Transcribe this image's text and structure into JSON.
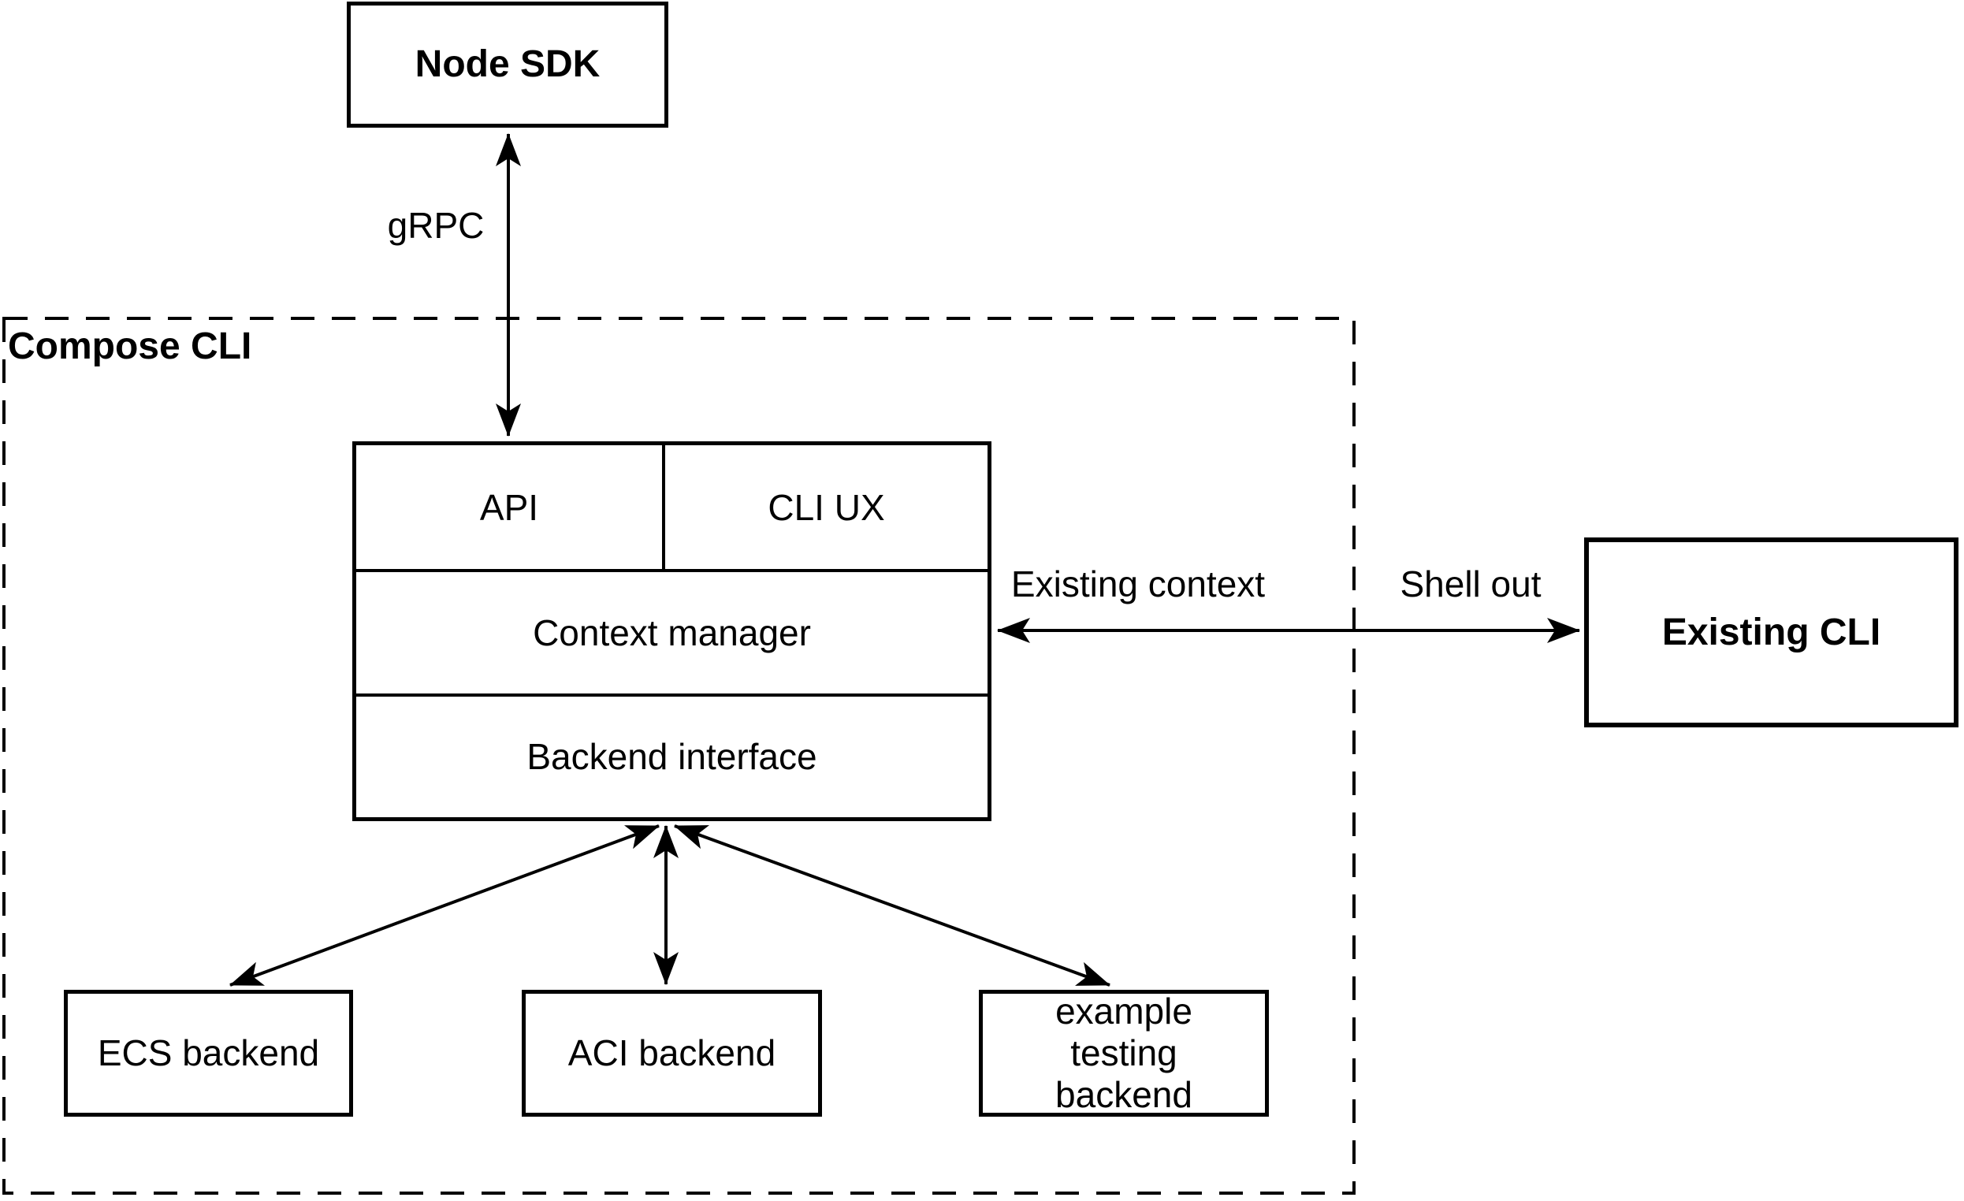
{
  "container": {
    "label": "Compose CLI"
  },
  "nodes": {
    "node_sdk": {
      "label": "Node SDK"
    },
    "api": {
      "label": "API"
    },
    "cli_ux": {
      "label": "CLI UX"
    },
    "context_manager": {
      "label": "Context manager"
    },
    "backend_interface": {
      "label": "Backend interface"
    },
    "existing_cli": {
      "label": "Existing CLI"
    },
    "ecs_backend": {
      "label": "ECS backend"
    },
    "aci_backend": {
      "label": "ACI backend"
    },
    "example_testing_backend": {
      "label": "example testing backend"
    }
  },
  "edge_labels": {
    "grpc": "gRPC",
    "existing_context": "Existing context",
    "shell_out": "Shell out"
  },
  "colors": {
    "line": "#000000",
    "text": "#000000",
    "background": "#ffffff",
    "node_fill": "#ffffff"
  }
}
